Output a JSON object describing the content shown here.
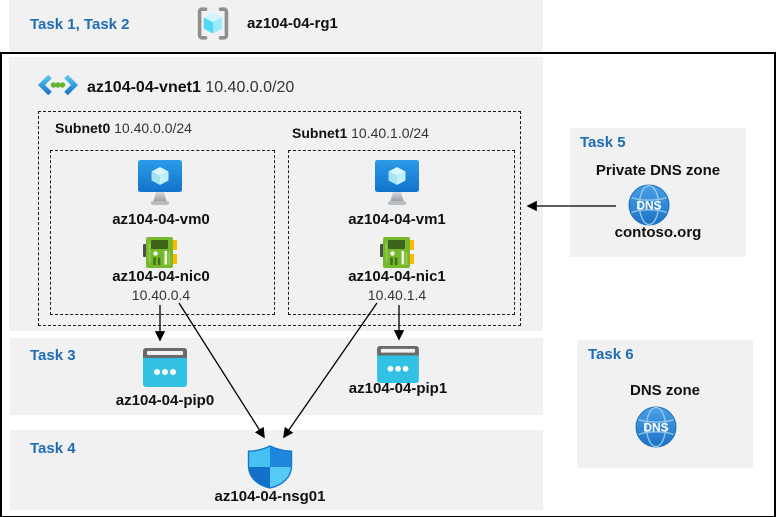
{
  "palette": {
    "accent_blue": "#1F6DB5",
    "panel_gray": "#F1F1F1",
    "vm_blue": "#1B84DB",
    "nic_green": "#77B92C",
    "pip_cyan": "#33C1E3",
    "nsg_light": "#4EC3F3",
    "dns_blue": "#2E86D3",
    "arrow_black": "#000000"
  },
  "header": {
    "tasks_label": "Task 1, Task 2",
    "resource_group": "az104-04-rg1"
  },
  "vnet": {
    "name": "az104-04-vnet1",
    "cidr": "10.40.0.0/20"
  },
  "subnets": [
    {
      "name": "Subnet0",
      "cidr": "10.40.0.0/24",
      "vm_name": "az104-04-vm0",
      "nic_name": "az104-04-nic0",
      "nic_ip": "10.40.0.4"
    },
    {
      "name": "Subnet1",
      "cidr": "10.40.1.0/24",
      "vm_name": "az104-04-vm1",
      "nic_name": "az104-04-nic1",
      "nic_ip": "10.40.1.4"
    }
  ],
  "task3": {
    "label": "Task 3",
    "pip0_name": "az104-04-pip0",
    "pip1_name": "az104-04-pip1"
  },
  "task4": {
    "label": "Task 4",
    "nsg_name": "az104-04-nsg01"
  },
  "task5": {
    "label": "Task 5",
    "title": "Private DNS zone",
    "icon_text": "DNS",
    "zone_name": "contoso.org"
  },
  "task6": {
    "label": "Task 6",
    "title": "DNS zone",
    "icon_text": "DNS"
  }
}
